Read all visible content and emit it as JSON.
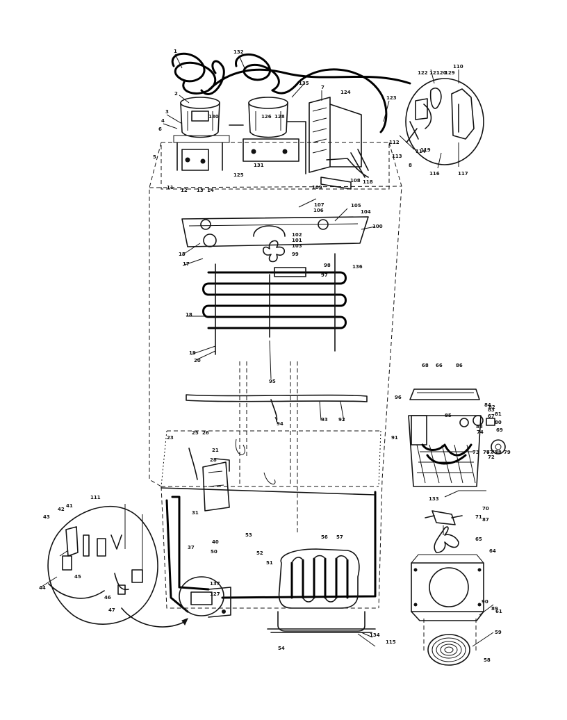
{
  "callouts": [
    {
      "id": "c1",
      "text": "1"
    },
    {
      "id": "c2",
      "text": "2"
    },
    {
      "id": "c3",
      "text": "3"
    },
    {
      "id": "c4",
      "text": "4"
    },
    {
      "id": "c5",
      "text": "5"
    },
    {
      "id": "c6",
      "text": "6"
    },
    {
      "id": "c7",
      "text": "7"
    },
    {
      "id": "c8",
      "text": "8"
    },
    {
      "id": "c11",
      "text": "11"
    },
    {
      "id": "c12",
      "text": "12"
    },
    {
      "id": "c13",
      "text": "13"
    },
    {
      "id": "c14",
      "text": "14"
    },
    {
      "id": "c15",
      "text": "15"
    },
    {
      "id": "c17",
      "text": "17"
    },
    {
      "id": "c18",
      "text": "18"
    },
    {
      "id": "c19",
      "text": "19"
    },
    {
      "id": "c20",
      "text": "20"
    },
    {
      "id": "c21",
      "text": "21"
    },
    {
      "id": "c23",
      "text": "23"
    },
    {
      "id": "c25",
      "text": "25"
    },
    {
      "id": "c26",
      "text": "26"
    },
    {
      "id": "c28",
      "text": "28"
    },
    {
      "id": "c31",
      "text": "31"
    },
    {
      "id": "c37",
      "text": "37"
    },
    {
      "id": "c40",
      "text": "40"
    },
    {
      "id": "c41",
      "text": "41"
    },
    {
      "id": "c42",
      "text": "42"
    },
    {
      "id": "c43",
      "text": "43"
    },
    {
      "id": "c44",
      "text": "44"
    },
    {
      "id": "c45",
      "text": "45"
    },
    {
      "id": "c46",
      "text": "46"
    },
    {
      "id": "c47",
      "text": "47"
    },
    {
      "id": "c50",
      "text": "50"
    },
    {
      "id": "c51",
      "text": "51"
    },
    {
      "id": "c52",
      "text": "52"
    },
    {
      "id": "c53",
      "text": "53"
    },
    {
      "id": "c54",
      "text": "54"
    },
    {
      "id": "c56",
      "text": "56"
    },
    {
      "id": "c57",
      "text": "57"
    },
    {
      "id": "c58",
      "text": "58"
    },
    {
      "id": "c59",
      "text": "59"
    },
    {
      "id": "c61",
      "text": "61"
    },
    {
      "id": "c64",
      "text": "64"
    },
    {
      "id": "c65",
      "text": "65"
    },
    {
      "id": "c66",
      "text": "66"
    },
    {
      "id": "c67",
      "text": "67"
    },
    {
      "id": "c68",
      "text": "68"
    },
    {
      "id": "c69",
      "text": "69"
    },
    {
      "id": "c70",
      "text": "70"
    },
    {
      "id": "c71",
      "text": "71"
    },
    {
      "id": "c72",
      "text": "72"
    },
    {
      "id": "c73",
      "text": "73"
    },
    {
      "id": "c74",
      "text": "74"
    },
    {
      "id": "c75",
      "text": "75"
    },
    {
      "id": "c76",
      "text": "76"
    },
    {
      "id": "c77",
      "text": "77"
    },
    {
      "id": "c78",
      "text": "78"
    },
    {
      "id": "c79",
      "text": "79"
    },
    {
      "id": "c80",
      "text": "80"
    },
    {
      "id": "c81",
      "text": "81"
    },
    {
      "id": "c82",
      "text": "82"
    },
    {
      "id": "c83",
      "text": "83"
    },
    {
      "id": "c84",
      "text": "84"
    },
    {
      "id": "c85",
      "text": "85"
    },
    {
      "id": "c86",
      "text": "86"
    },
    {
      "id": "c87",
      "text": "87"
    },
    {
      "id": "c88",
      "text": "88"
    },
    {
      "id": "c89",
      "text": "89"
    },
    {
      "id": "c90",
      "text": "90"
    },
    {
      "id": "c91",
      "text": "91"
    },
    {
      "id": "c92",
      "text": "92"
    },
    {
      "id": "c93",
      "text": "93"
    },
    {
      "id": "c94",
      "text": "94"
    },
    {
      "id": "c95",
      "text": "95"
    },
    {
      "id": "c96",
      "text": "96"
    },
    {
      "id": "c97",
      "text": "97"
    },
    {
      "id": "c98",
      "text": "98"
    },
    {
      "id": "c99",
      "text": "99"
    },
    {
      "id": "c100",
      "text": "100"
    },
    {
      "id": "c101",
      "text": "101"
    },
    {
      "id": "c102",
      "text": "102"
    },
    {
      "id": "c103",
      "text": "103"
    },
    {
      "id": "c104",
      "text": "104"
    },
    {
      "id": "c105",
      "text": "105"
    },
    {
      "id": "c106",
      "text": "106"
    },
    {
      "id": "c107",
      "text": "107"
    },
    {
      "id": "c108",
      "text": "108"
    },
    {
      "id": "c109",
      "text": "109"
    },
    {
      "id": "c110",
      "text": "110"
    },
    {
      "id": "c111",
      "text": "111"
    },
    {
      "id": "c112",
      "text": "112"
    },
    {
      "id": "c113",
      "text": "113"
    },
    {
      "id": "c114",
      "text": "114"
    },
    {
      "id": "c115",
      "text": "115"
    },
    {
      "id": "c116",
      "text": "116"
    },
    {
      "id": "c117",
      "text": "117"
    },
    {
      "id": "c118",
      "text": "118"
    },
    {
      "id": "c119",
      "text": "119"
    },
    {
      "id": "c120",
      "text": "120"
    },
    {
      "id": "c121",
      "text": "121"
    },
    {
      "id": "c122",
      "text": "122"
    },
    {
      "id": "c123",
      "text": "123"
    },
    {
      "id": "c124",
      "text": "124"
    },
    {
      "id": "c125",
      "text": "125"
    },
    {
      "id": "c126",
      "text": "126"
    },
    {
      "id": "c127",
      "text": "127"
    },
    {
      "id": "c128",
      "text": "128"
    },
    {
      "id": "c129",
      "text": "129"
    },
    {
      "id": "c130",
      "text": "130"
    },
    {
      "id": "c131",
      "text": "131"
    },
    {
      "id": "c132",
      "text": "132"
    },
    {
      "id": "c133",
      "text": "133"
    },
    {
      "id": "c134",
      "text": "134"
    },
    {
      "id": "c135",
      "text": "135"
    },
    {
      "id": "c136",
      "text": "136"
    },
    {
      "id": "c137",
      "text": "137"
    }
  ]
}
